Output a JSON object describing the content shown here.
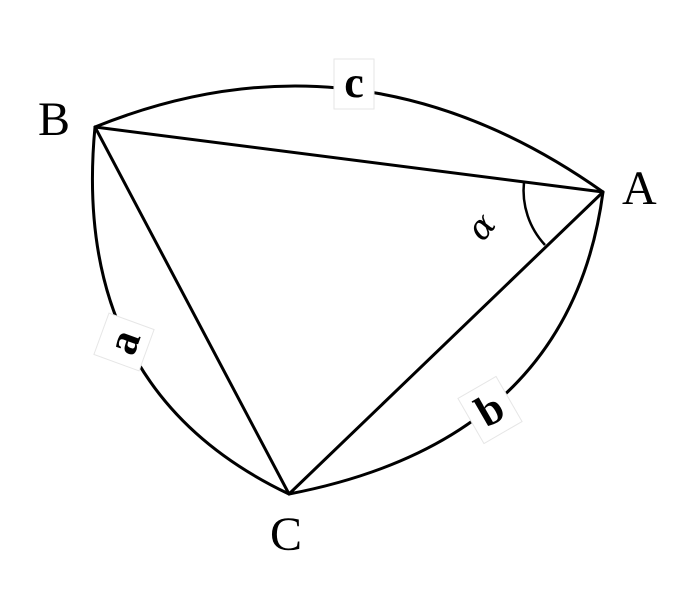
{
  "vertices": {
    "A": "A",
    "B": "B",
    "C": "C"
  },
  "sides": {
    "a": "a",
    "b": "b",
    "c": "c"
  },
  "angle": {
    "alpha": "α"
  },
  "colors": {
    "stroke": "#000000",
    "background": "#ffffff"
  }
}
